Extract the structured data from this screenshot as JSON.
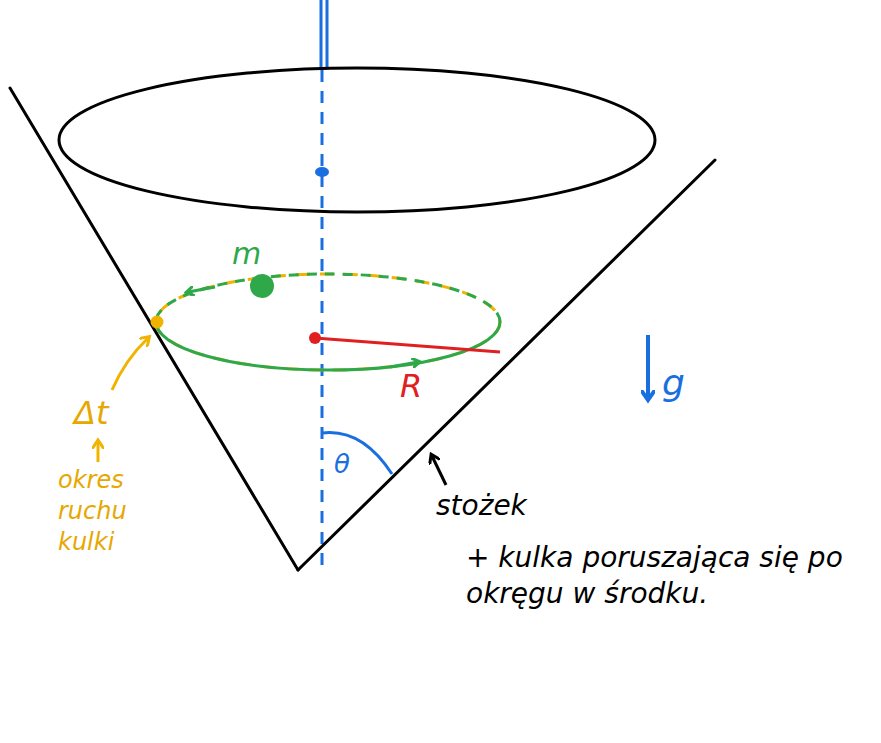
{
  "diagram": {
    "labels": [
      "m",
      "R",
      "g",
      "Δt",
      "okres ruchu kulki",
      "θ",
      "stożek",
      "+ kulka poruszająca się po okręgu w środku."
    ]
  }
}
